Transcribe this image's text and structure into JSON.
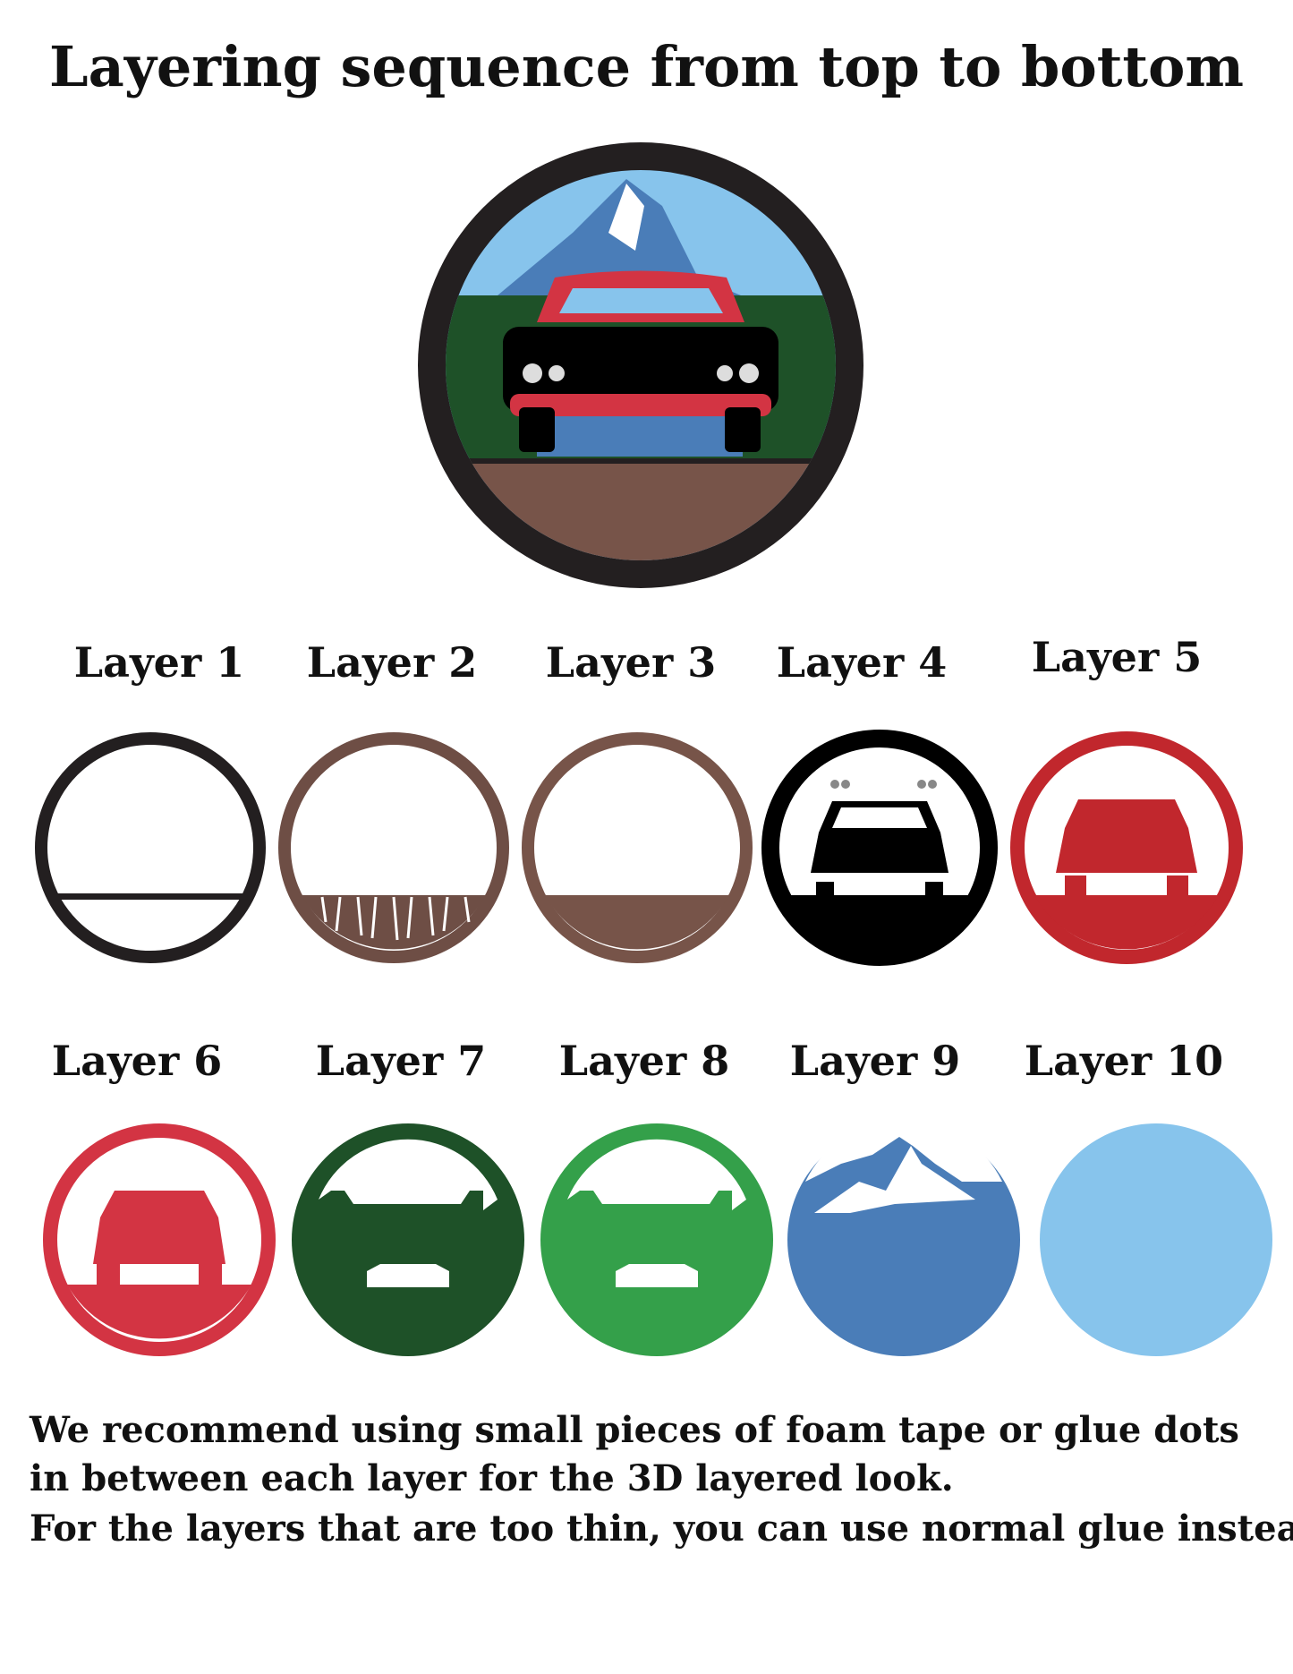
{
  "title": "Layering sequence from top to bottom",
  "layers": [
    {
      "label": "Layer 1",
      "color": "#231f20"
    },
    {
      "label": "Layer 2",
      "color": "#6e4e45"
    },
    {
      "label": "Layer 3",
      "color": "#775449"
    },
    {
      "label": "Layer 4",
      "color": "#000000"
    },
    {
      "label": "Layer 5",
      "color": "#c1272d"
    },
    {
      "label": "Layer 6",
      "color": "#d33443"
    },
    {
      "label": "Layer 7",
      "color": "#1e5128"
    },
    {
      "label": "Layer 8",
      "color": "#34a04a"
    },
    {
      "label": "Layer 9",
      "color": "#4a7db8"
    },
    {
      "label": "Layer 10",
      "color": "#87c4ec"
    }
  ],
  "notes": [
    "We recommend using small pieces of foam tape or glue dots",
    "in between each layer for the 3D layered look.",
    "For the layers that are too thin, you can use normal glue instead."
  ]
}
